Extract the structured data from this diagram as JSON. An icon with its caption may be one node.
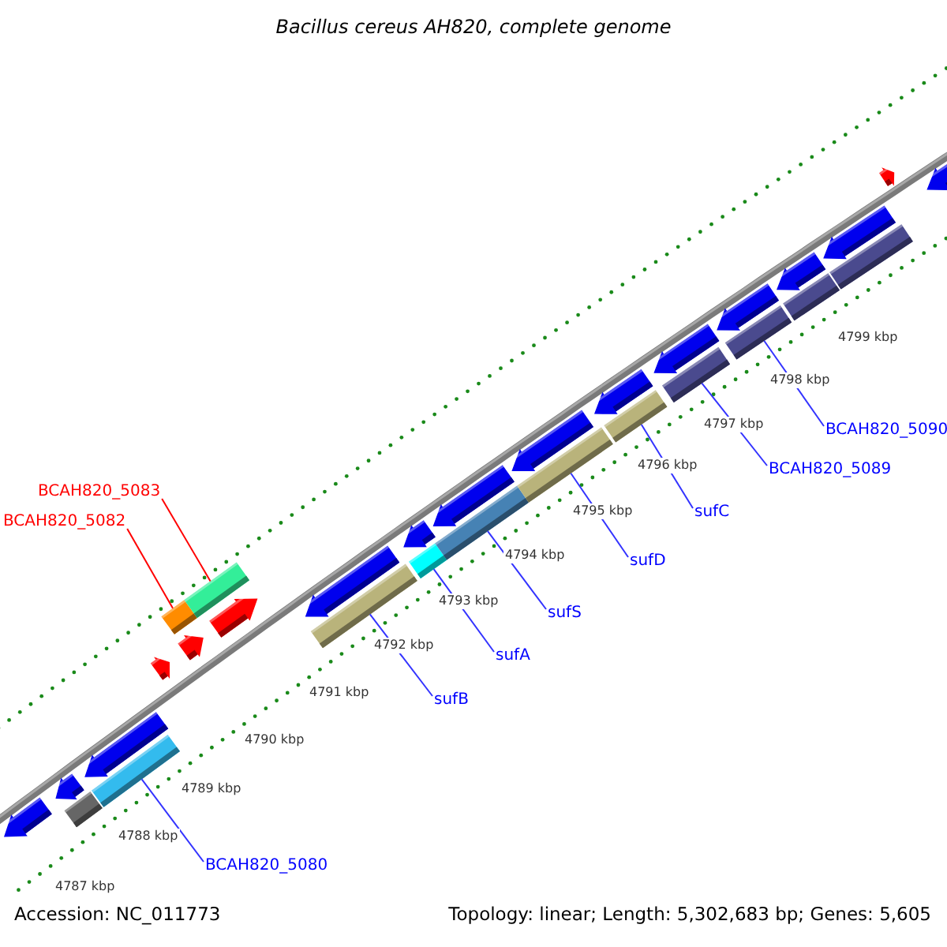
{
  "diagram": {
    "title": "Bacillus cereus AH820, complete genome",
    "nodes": [
      {
        "text": [
          "BCAH820_5083"
        ]
      },
      {
        "text": [
          "BCAH820_5082"
        ]
      },
      {
        "text": [
          "BCAH820_5080"
        ]
      },
      {
        "text": [
          "sufB"
        ]
      },
      {
        "text": [
          "sufA"
        ]
      },
      {
        "text": [
          "sufS"
        ]
      },
      {
        "text": [
          "sufD"
        ]
      },
      {
        "text": [
          "sufC"
        ]
      },
      {
        "text": [
          "BCAH820_5089"
        ]
      },
      {
        "text": [
          "BCAH820_5090"
        ]
      },
      {
        "text": [],
        "shape": "arrow"
      },
      {
        "text": [],
        "shape": "arrow"
      },
      {
        "text": [],
        "shape": "bar"
      },
      {
        "text": [],
        "shape": "bar"
      },
      {
        "text": [],
        "shape": "arrow"
      },
      {
        "text": [],
        "shape": "arrow"
      },
      {
        "text": [],
        "shape": "arrow"
      },
      {
        "text": [],
        "shape": "bar"
      },
      {
        "text": [],
        "shape": "bar"
      },
      {
        "text": [],
        "shape": "arrow"
      },
      {
        "text": [],
        "shape": "arrow"
      },
      {
        "text": [],
        "shape": "bar"
      },
      {
        "text": [],
        "shape": "arrow"
      },
      {
        "text": [],
        "shape": "bar"
      },
      {
        "text": [],
        "shape": "bar"
      },
      {
        "text": [],
        "shape": "arrow"
      },
      {
        "text": [],
        "shape": "bar"
      },
      {
        "text": [],
        "shape": "arrow"
      },
      {
        "text": [],
        "shape": "arrow"
      },
      {
        "text": [],
        "shape": "bar"
      },
      {
        "text": [],
        "shape": "arrow"
      },
      {
        "text": [],
        "shape": "bar"
      },
      {
        "text": [],
        "shape": "arrow"
      },
      {
        "text": [],
        "shape": "bar"
      },
      {
        "text": [],
        "shape": "arrow"
      },
      {
        "text": [],
        "shape": "bar"
      },
      {
        "text": [],
        "shape": "arrow"
      },
      {
        "text": [],
        "shape": "bar"
      },
      {
        "text": [],
        "shape": "arrow"
      },
      {
        "text": [],
        "shape": "arrow"
      }
    ],
    "edges": [
      {
        "from": 0,
        "to": 18,
        "arrow": "none",
        "color": "#ff0000"
      },
      {
        "from": 1,
        "to": 17,
        "arrow": "none",
        "color": "#ff0000"
      },
      {
        "from": 2,
        "to": 13,
        "arrow": "none"
      },
      {
        "from": 3,
        "to": 21,
        "arrow": "none"
      },
      {
        "from": 4,
        "to": 23,
        "arrow": "none"
      },
      {
        "from": 5,
        "to": 24,
        "arrow": "none"
      },
      {
        "from": 6,
        "to": 26,
        "arrow": "none"
      },
      {
        "from": 7,
        "to": 29,
        "arrow": "none"
      },
      {
        "from": 8,
        "to": 31,
        "arrow": "none"
      },
      {
        "from": 9,
        "to": 33,
        "arrow": "none"
      }
    ],
    "labels": [
      "4799 kbp",
      "4798 kbp",
      "4797 kbp",
      "4796 kbp",
      "4795 kbp",
      "4794 kbp",
      "4793 kbp",
      "4792 kbp",
      "4791 kbp",
      "4790 kbp",
      "4789 kbp",
      "4788 kbp",
      "4787 kbp",
      "Accession: NC_011773",
      "Topology: linear; Length: 5,302,683 bp; Genes: 5,605"
    ]
  }
}
